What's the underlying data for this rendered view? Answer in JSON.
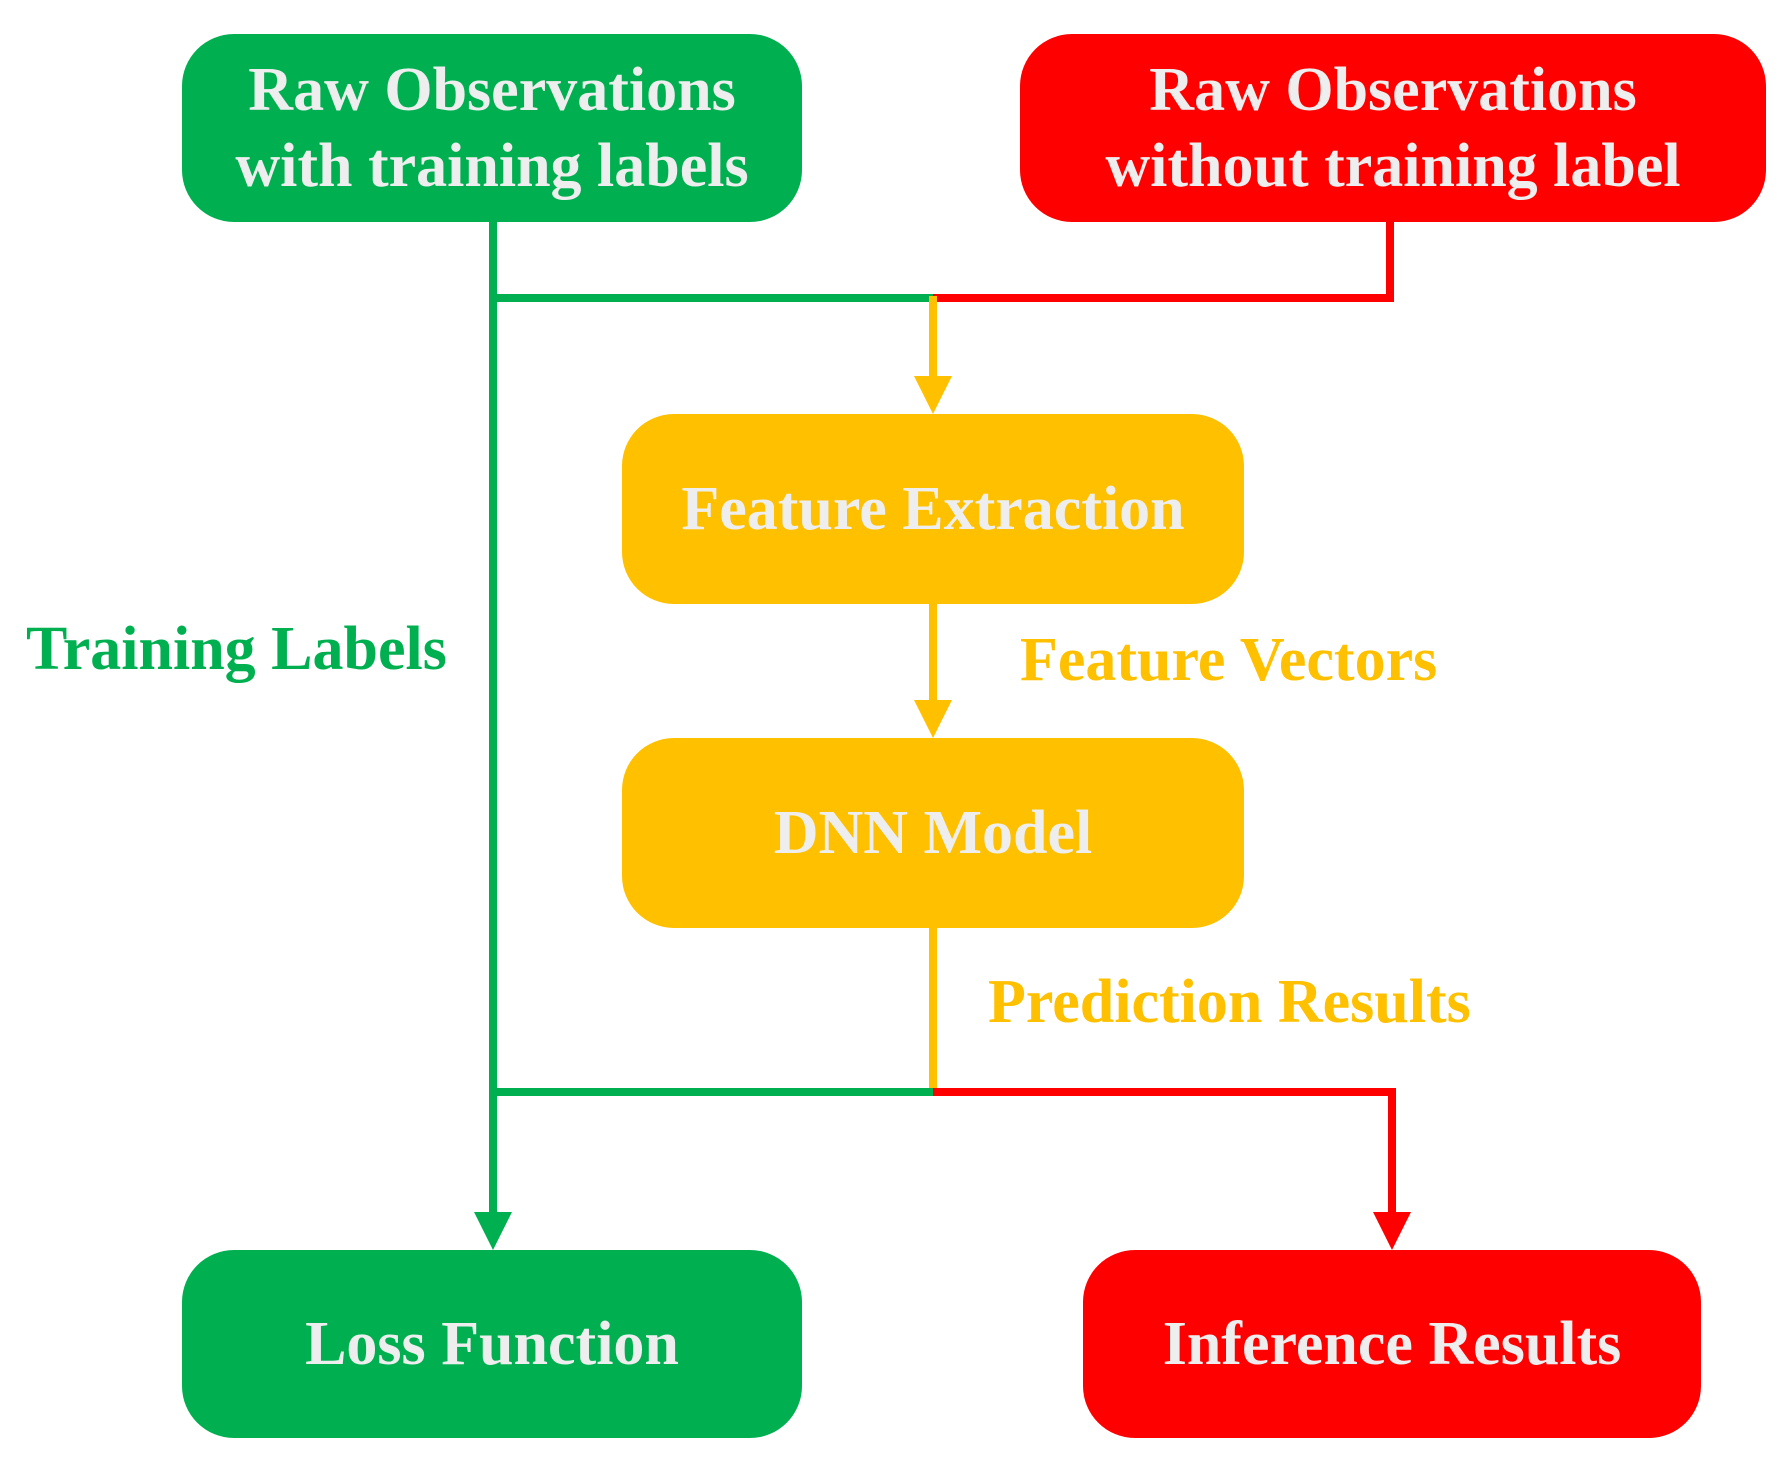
{
  "nodes": {
    "raw_labeled": {
      "line1": "Raw Observations",
      "line2": "with training labels"
    },
    "raw_unlabeled": {
      "line1": "Raw Observations",
      "line2": "without training label"
    },
    "feature_extraction": {
      "label": "Feature Extraction"
    },
    "dnn_model": {
      "label": "DNN Model"
    },
    "loss_function": {
      "label": "Loss Function"
    },
    "inference_results": {
      "label": "Inference Results"
    }
  },
  "edge_labels": {
    "training_labels": "Training Labels",
    "feature_vectors": "Feature Vectors",
    "prediction_results": "Prediction Results"
  },
  "colors": {
    "green": "#00b050",
    "red": "#ff0000",
    "yellow": "#ffc000",
    "node_text": "#eeeeee"
  }
}
